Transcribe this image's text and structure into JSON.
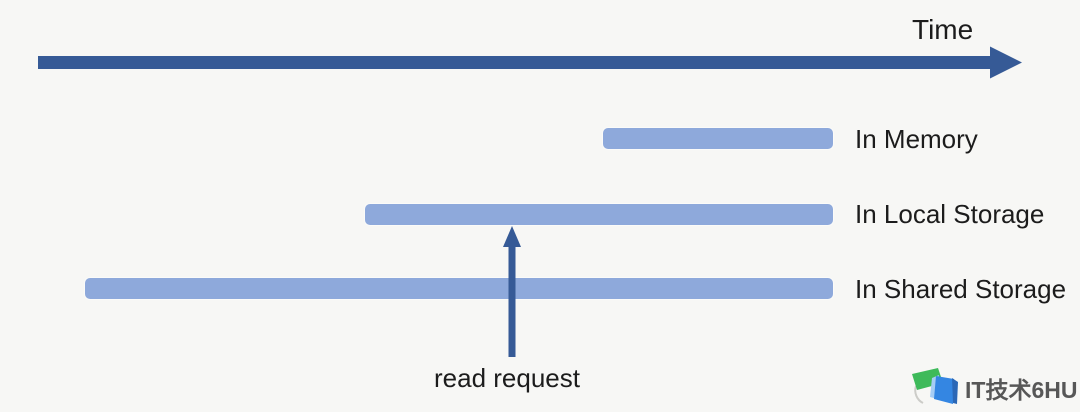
{
  "colors": {
    "background": "#f7f7f5",
    "arrow_blue": "#365a96",
    "bar_fill": "#8ea9db",
    "text": "#1c1c1c"
  },
  "diagram": {
    "time_label": "Time",
    "rows": [
      {
        "label": "In Memory"
      },
      {
        "label": "In Local Storage"
      },
      {
        "label": "In Shared Storage"
      }
    ],
    "annotation_label": "read request"
  },
  "watermark": {
    "icon": "open-book-logo-icon",
    "text": "IT技术6HU"
  }
}
